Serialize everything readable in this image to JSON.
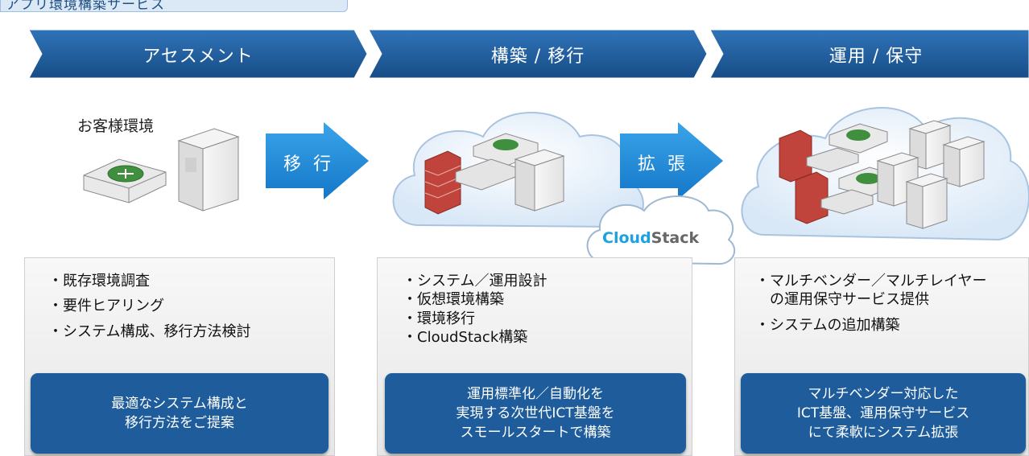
{
  "header": {
    "title": "アプリ環境構築サービス"
  },
  "phases": [
    {
      "label": "アセスメント"
    },
    {
      "label": "構築 / 移行"
    },
    {
      "label": "運用 / 保守"
    }
  ],
  "customer_env_label": "お客様環境",
  "arrows": [
    {
      "label": "移 行"
    },
    {
      "label": "拡 張"
    }
  ],
  "cloudstack_badge": {
    "part1": "Cloud",
    "part2": "Stack"
  },
  "panels": [
    {
      "bullets": [
        "・既存環境調査",
        "・要件ヒアリング",
        "・システム構成、移行方法検討"
      ],
      "footer_lines": [
        "最適なシステム構成と",
        "移行方法をご提案"
      ]
    },
    {
      "bullets": [
        "・システム／運用設計",
        "・仮想環境構築",
        "・環境移行",
        "・CloudStack構築"
      ],
      "footer_lines": [
        "運用標準化／自動化を",
        "実現する次世代ICT基盤を",
        "スモールスタートで構築"
      ]
    },
    {
      "bullets": [
        "・マルチベンダー／マルチレイヤー",
        "　の運用保守サービス提供",
        "・システムの追加構築"
      ],
      "footer_lines": [
        "マルチベンダー対応した",
        "ICT基盤、運用保守サービス",
        "にて柔軟にシステム拡張"
      ]
    }
  ],
  "colors": {
    "phase_blue": "#1e5c9b",
    "arrow_blue": "#1e88d8",
    "brand_cloud": "#1aa3e0",
    "brand_stack": "#666666"
  }
}
